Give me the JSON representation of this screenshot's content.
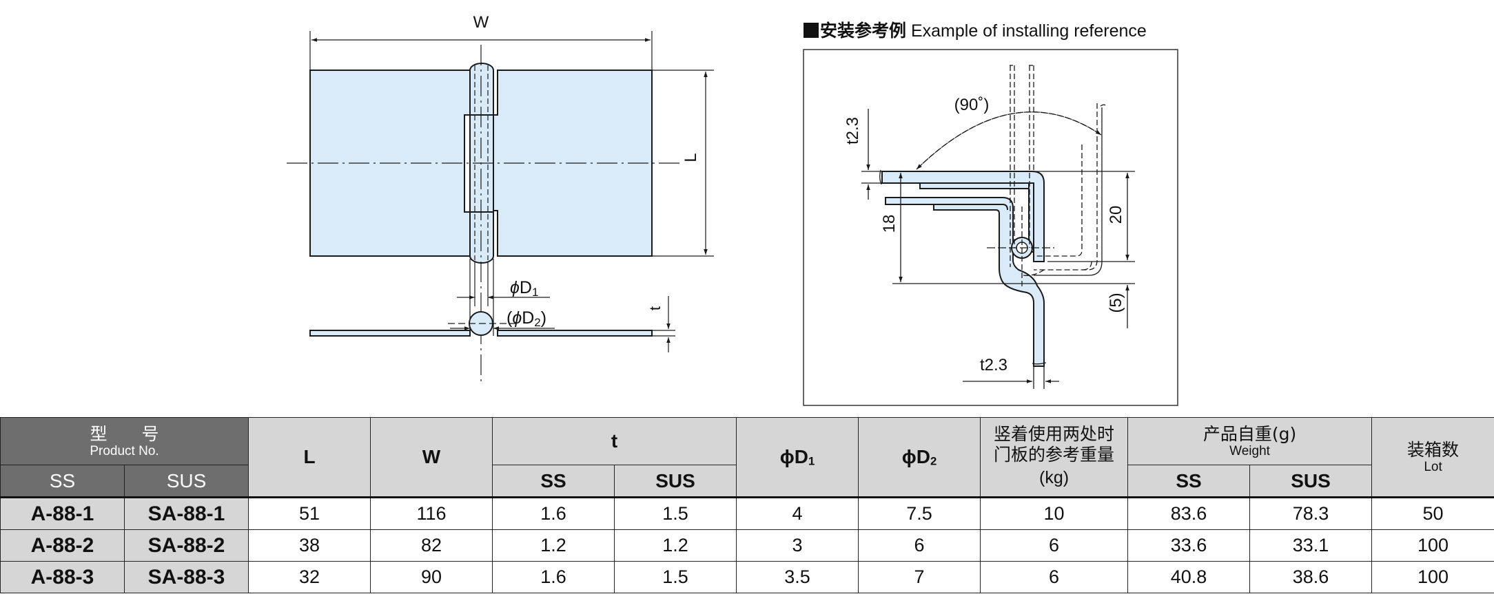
{
  "drawing": {
    "main_view": {
      "dim_W": "W",
      "dim_L": "L",
      "dim_D1": "φD1",
      "dim_D2": "(φD2)",
      "dim_t": "t"
    },
    "install_example": {
      "title_cn": "安装参考例",
      "title_en": "Example of installing reference",
      "angle": "(90˚)",
      "dim_t_top": "t2.3",
      "dim_18": "18",
      "dim_20": "20",
      "dim_5": "(5)",
      "dim_t_bottom": "t2.3"
    },
    "colors": {
      "part_fill": "#d9eaf8",
      "line": "#1a1a1a"
    }
  },
  "table": {
    "header": {
      "product_no_cn": "型　　号",
      "product_no_en": "Product No.",
      "ss": "SS",
      "sus": "SUS",
      "L": "L",
      "W": "W",
      "t": "t",
      "t_ss": "SS",
      "t_sus": "SUS",
      "D1": "ϕD",
      "D1_sub": "1",
      "D2": "ϕD",
      "D2_sub": "2",
      "load_cn_1": "竖着使用两处时",
      "load_cn_2": "门板的参考重量",
      "load_unit": "(kg)",
      "weight_cn": "产品自重(g)",
      "weight_en": "Weight",
      "weight_ss": "SS",
      "weight_sus": "SUS",
      "lot_cn": "装箱数",
      "lot_en": "Lot"
    },
    "rows": [
      {
        "ss": "A-88-1",
        "sus": "SA-88-1",
        "L": "51",
        "W": "116",
        "t_ss": "1.6",
        "t_sus": "1.5",
        "D1": "4",
        "D2": "7.5",
        "load": "10",
        "wt_ss": "83.6",
        "wt_sus": "78.3",
        "lot": "50"
      },
      {
        "ss": "A-88-2",
        "sus": "SA-88-2",
        "L": "38",
        "W": "82",
        "t_ss": "1.2",
        "t_sus": "1.2",
        "D1": "3",
        "D2": "6",
        "load": "6",
        "wt_ss": "33.6",
        "wt_sus": "33.1",
        "lot": "100"
      },
      {
        "ss": "A-88-3",
        "sus": "SA-88-3",
        "L": "32",
        "W": "90",
        "t_ss": "1.6",
        "t_sus": "1.5",
        "D1": "3.5",
        "D2": "7",
        "load": "6",
        "wt_ss": "40.8",
        "wt_sus": "38.6",
        "lot": "100"
      }
    ],
    "colors": {
      "header_dark": "#6e6e6e",
      "header_light": "#d6d6d6"
    }
  }
}
